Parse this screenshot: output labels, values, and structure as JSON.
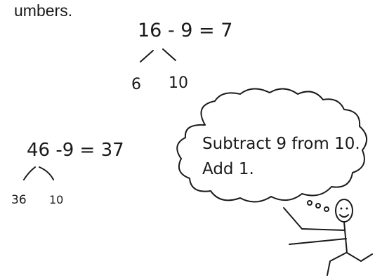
{
  "caption_fragment": "umbers.",
  "example_top": {
    "equation": "16 - 9 = 7",
    "left_part": "6",
    "right_part": "10"
  },
  "example_bottom": {
    "equation": "46 -9 = 37",
    "left_part": "36",
    "right_part": "10"
  },
  "thought_bubble": {
    "line1": "Subtract 9 from 10.",
    "line2": "Add 1."
  }
}
